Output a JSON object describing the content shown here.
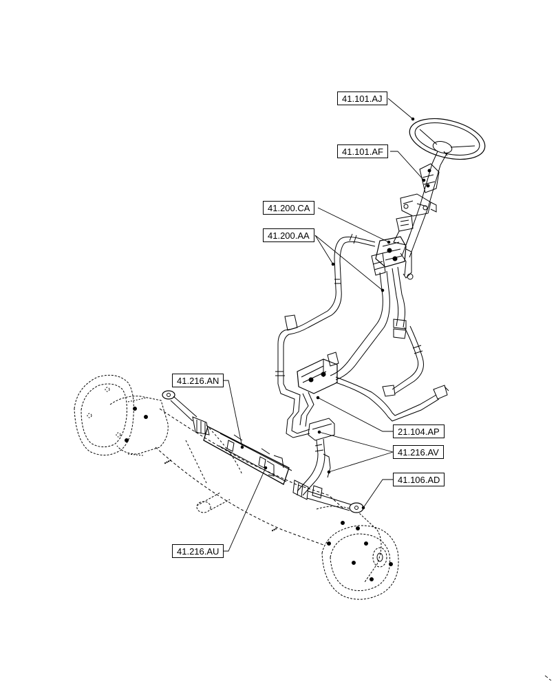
{
  "callouts": [
    {
      "id": "c1",
      "label": "41.101.AJ"
    },
    {
      "id": "c2",
      "label": "41.101.AF"
    },
    {
      "id": "c3",
      "label": "41.200.CA"
    },
    {
      "id": "c4",
      "label": "41.200.AA"
    },
    {
      "id": "c5",
      "label": "41.216.AN"
    },
    {
      "id": "c6",
      "label": "21.104.AP"
    },
    {
      "id": "c7",
      "label": "41.216.AV"
    },
    {
      "id": "c8",
      "label": "41.106.AD"
    },
    {
      "id": "c9",
      "label": "41.216.AU"
    }
  ],
  "icons": {
    "steering_wheel": "steering-wheel-icon",
    "axle": "front-axle-icon"
  }
}
